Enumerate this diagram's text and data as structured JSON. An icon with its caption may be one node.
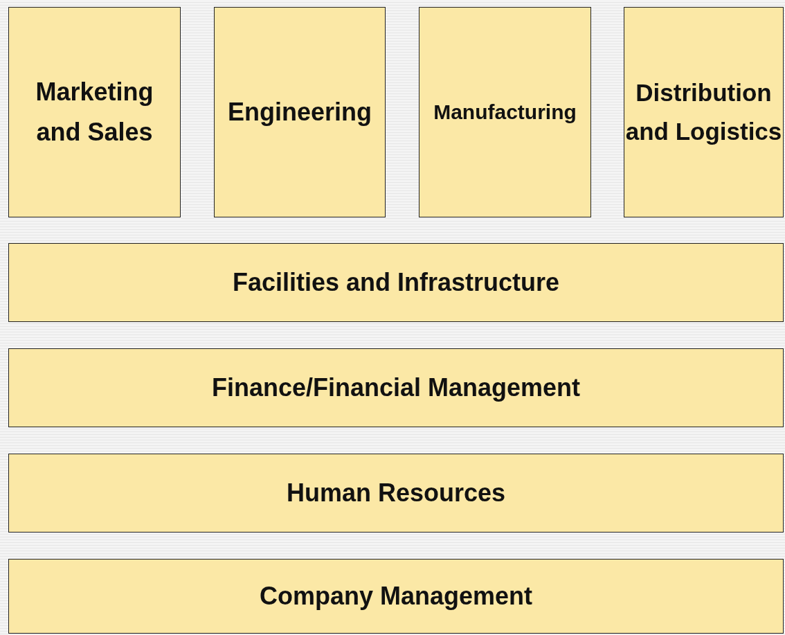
{
  "diagram": {
    "nodes": [
      {
        "text": [
          "Marketing and Sales"
        ]
      },
      {
        "text": [
          "Engineering"
        ]
      },
      {
        "text": [
          "Manufacturing"
        ]
      },
      {
        "text": [
          "Distribution and Logistics"
        ]
      },
      {
        "text": [
          "Facilities and Infrastructure"
        ]
      },
      {
        "text": [
          "Finance/Financial Management"
        ]
      },
      {
        "text": [
          "Human Resources"
        ]
      },
      {
        "text": [
          "Company Management"
        ]
      }
    ]
  }
}
